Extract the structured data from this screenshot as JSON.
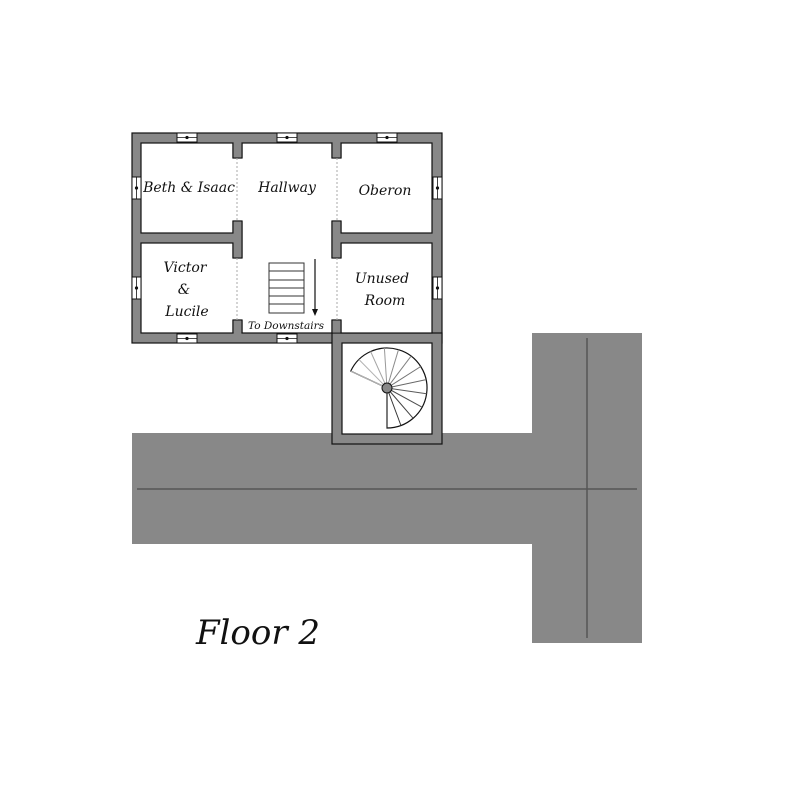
{
  "title": "Floor 2",
  "rooms": {
    "beth_isaac": "Beth & Isaac",
    "hallway": "Hallway",
    "oberon": "Oberon",
    "victor_line1": "Victor",
    "victor_line2": "&",
    "victor_line3": "Lucile",
    "unused_line1": "Unused",
    "unused_line2": "Room",
    "stairs_label": "To Downstairs"
  },
  "colors": {
    "wall": "#888888",
    "outline": "#111111",
    "road": "#888888"
  }
}
